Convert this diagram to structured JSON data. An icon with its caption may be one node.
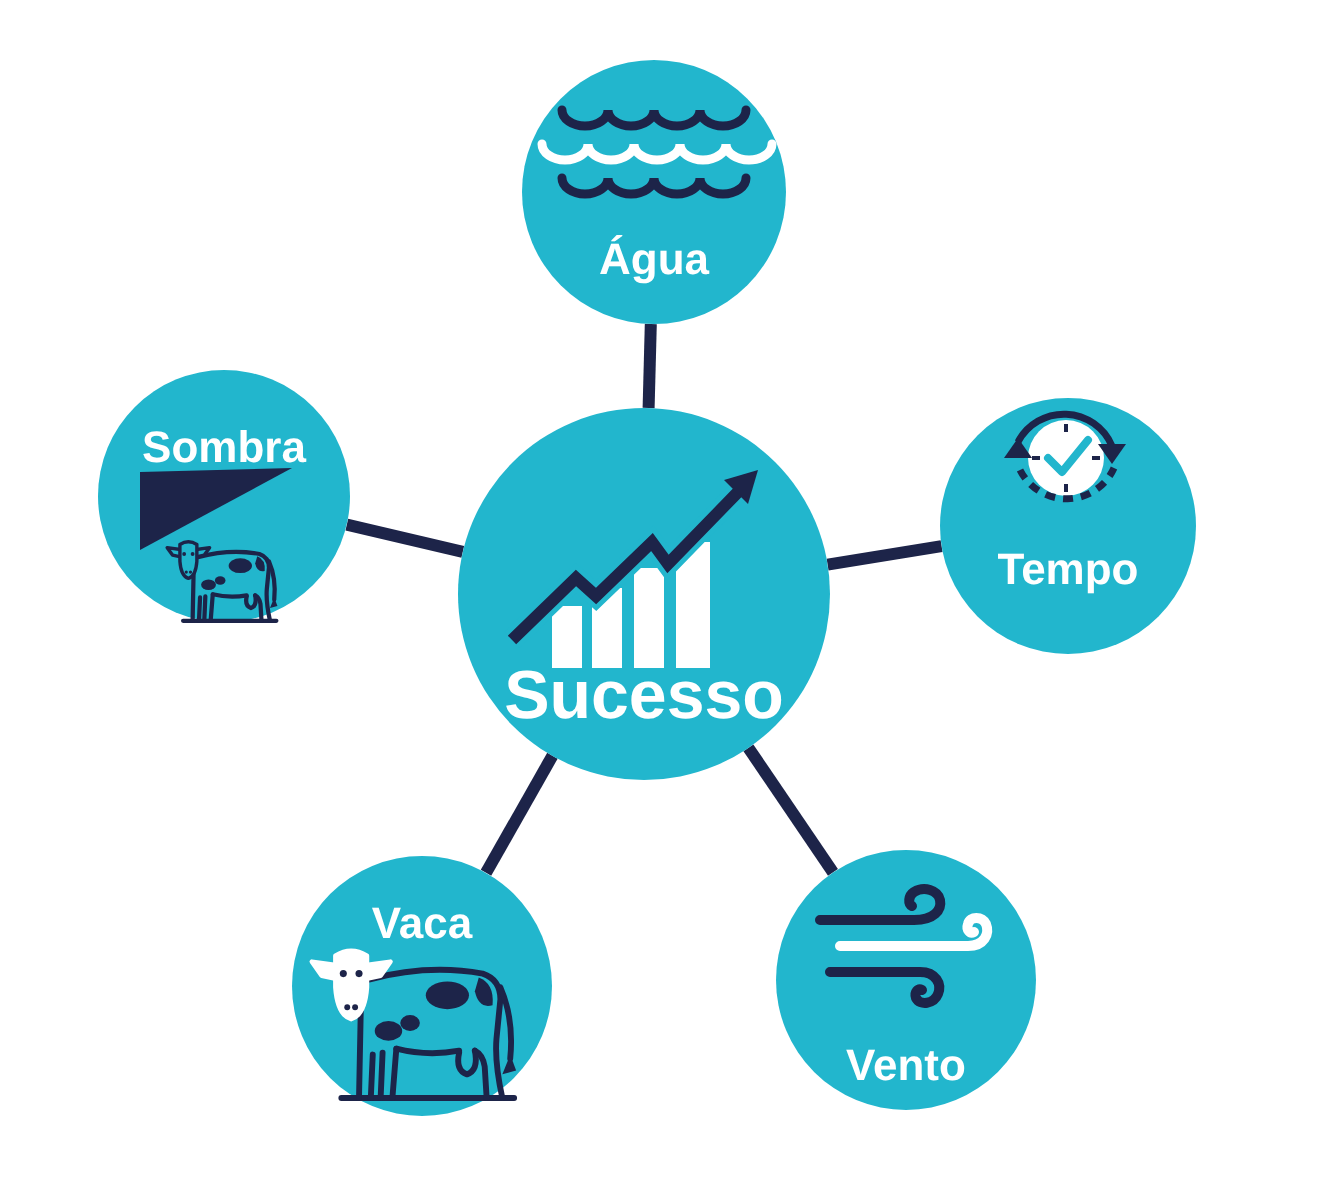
{
  "diagram": {
    "nodes": [
      {
        "text": [
          "Sucesso"
        ]
      },
      {
        "text": [
          "Água"
        ]
      },
      {
        "text": [
          "Tempo"
        ]
      },
      {
        "text": [
          "Vento"
        ]
      },
      {
        "text": [
          "Vaca"
        ]
      },
      {
        "text": [
          "Sombra"
        ]
      }
    ],
    "edges": [
      {
        "from": 0,
        "to": 1,
        "arrow": "none"
      },
      {
        "from": 0,
        "to": 2,
        "arrow": "none"
      },
      {
        "from": 0,
        "to": 3,
        "arrow": "none"
      },
      {
        "from": 0,
        "to": 4,
        "arrow": "none"
      },
      {
        "from": 0,
        "to": 5,
        "arrow": "none"
      }
    ]
  }
}
